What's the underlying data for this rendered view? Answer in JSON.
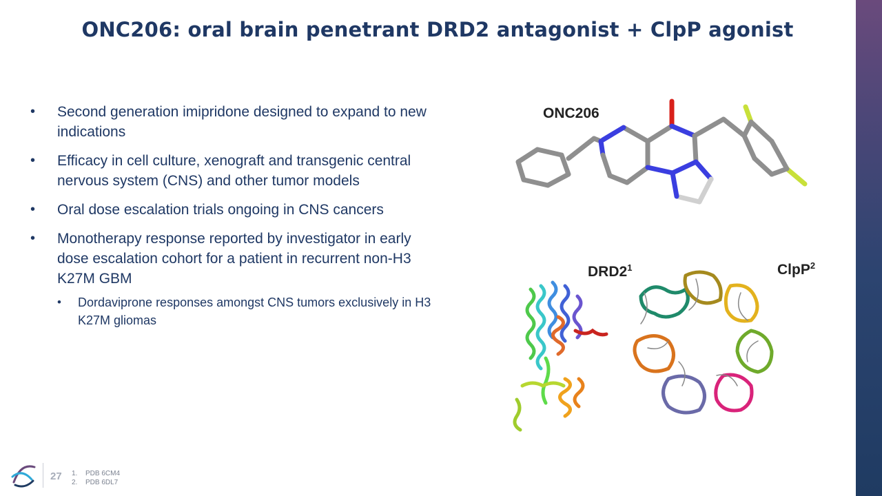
{
  "slide": {
    "title": "ONC206: oral brain penetrant DRD2 antagonist + ClpP agonist",
    "page_number": "27"
  },
  "bullets": [
    {
      "text": "Second generation imipridone designed to expand to new indications"
    },
    {
      "text": "Efficacy in cell culture, xenograft and transgenic central nervous system (CNS) and other tumor models"
    },
    {
      "text": "Oral dose escalation trials ongoing in CNS cancers"
    },
    {
      "text": "Monotherapy response reported by investigator in early dose escalation cohort for a patient in recurrent non-H3 K27M GBM",
      "sub": "Dordaviprone responses amongst CNS tumors exclusively in H3 K27M gliomas"
    }
  ],
  "figures": {
    "molecule_label": "ONC206",
    "drd2_label": "DRD2",
    "drd2_sup": "1",
    "clpp_label": "ClpP",
    "clpp_sup": "2"
  },
  "references": [
    {
      "num": "1.",
      "text": "PDB 6CM4"
    },
    {
      "num": "2.",
      "text": "PDB 6DL7"
    }
  ],
  "colors": {
    "title": "#1f3864",
    "nitrogen": "#2b2fd6",
    "oxygen": "#d8201a",
    "fluorine": "#c8e03a",
    "carbon": "#8c8c8c"
  }
}
